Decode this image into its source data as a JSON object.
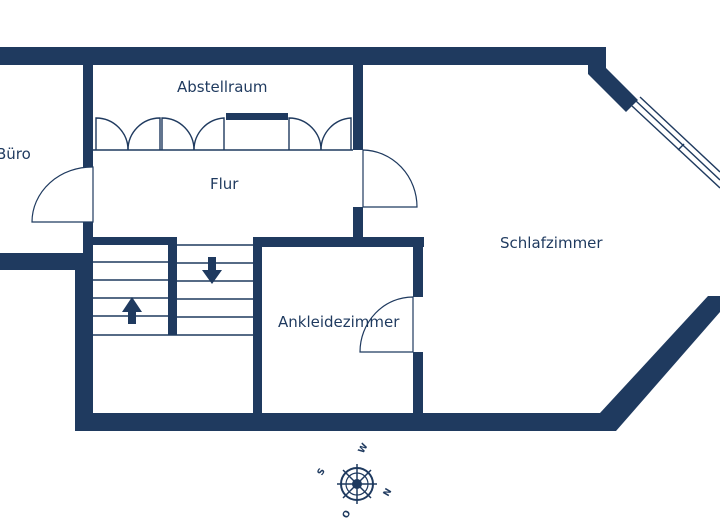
{
  "plan": {
    "rooms": {
      "buero": "Büro",
      "abstellraum": "Abstellraum",
      "flur": "Flur",
      "schlafzimmer": "Schlafzimmer",
      "ankleidezimmer": "Ankleidezimmer"
    },
    "compass": {
      "north": "N",
      "south": "S",
      "east": "O",
      "west": "W"
    },
    "colors": {
      "wall": "#1f3a5f",
      "background": "#ffffff"
    }
  }
}
